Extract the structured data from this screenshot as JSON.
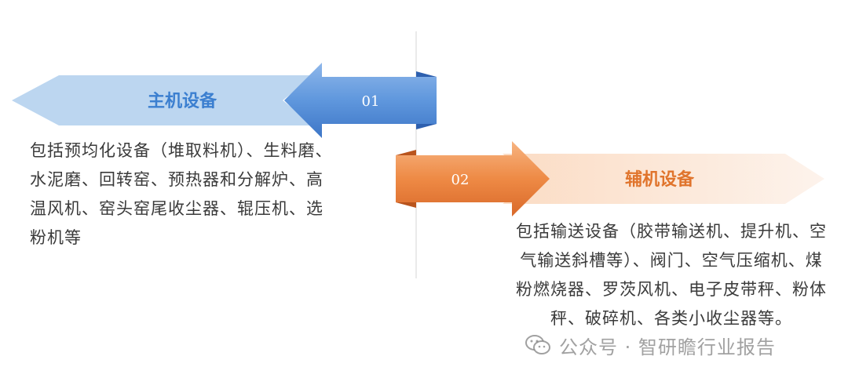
{
  "items": [
    {
      "title": "主机设备",
      "number": "01",
      "title_color": "#3b7fd0",
      "arrow_color": "#5b95dc",
      "tail_color": "#bfd7f1",
      "description": "包括预均化设备（堆取料机）、生料磨、水泥磨、回转窑、预热器和分解炉、高温风机、窑头窑尾收尘器、辊压机、选粉机等"
    },
    {
      "title": "辅机设备",
      "number": "02",
      "title_color": "#e0742c",
      "arrow_color": "#eb823a",
      "tail_color": "#fbe6d7",
      "description": "包括输送设备（胶带输送机、提升机、空气输送斜槽等）、阀门、空气压缩机、煤粉燃烧器、罗茨风机、电子皮带秤、粉体秤、破碎机、各类小收尘器等。"
    }
  ],
  "watermark": {
    "text": "公众号 · 智研瞻行业报告",
    "icon": "wechat-icon"
  }
}
